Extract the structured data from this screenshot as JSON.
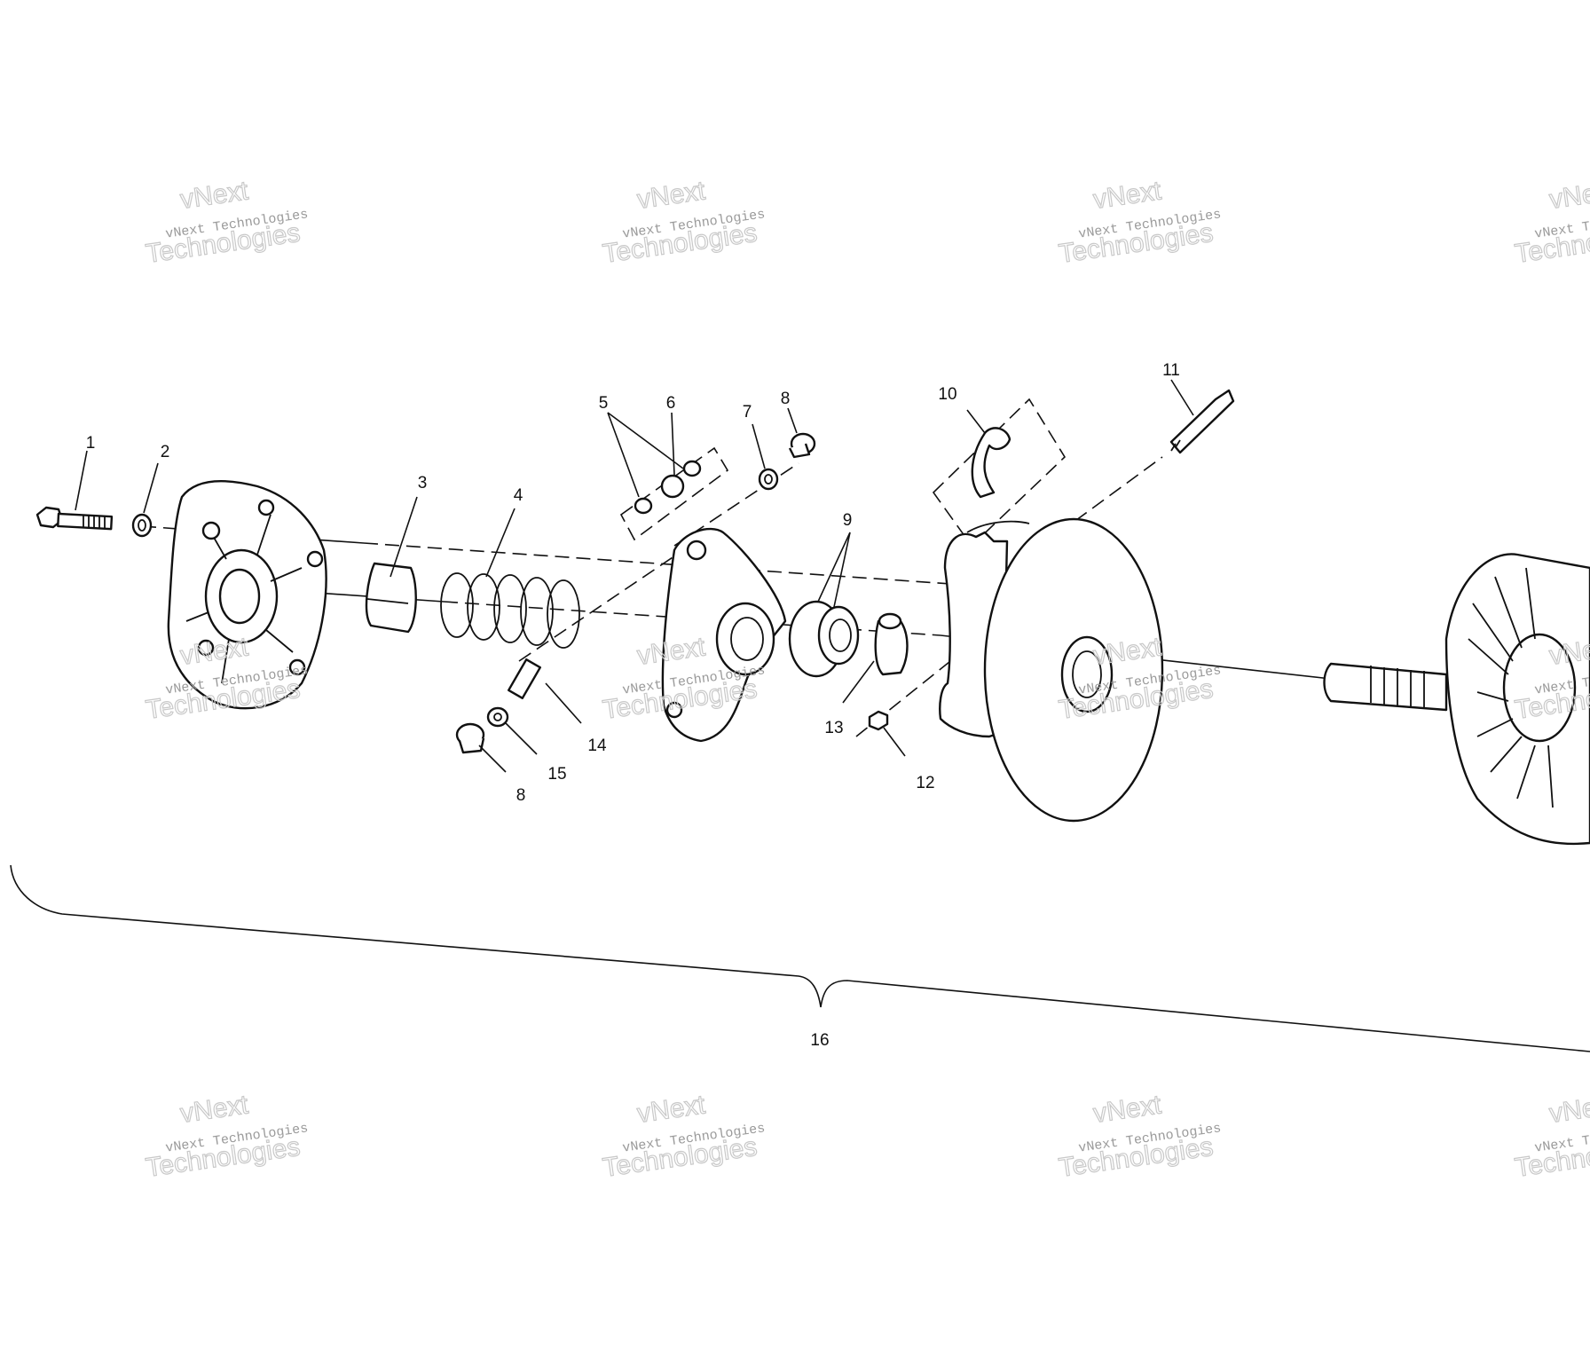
{
  "diagram": {
    "callouts": {
      "c1": "1",
      "c2": "2",
      "c3": "3",
      "c4": "4",
      "c5": "5",
      "c6": "6",
      "c7": "7",
      "c8a": "8",
      "c8b": "8",
      "c9": "9",
      "c10": "10",
      "c11": "11",
      "c12": "12",
      "c13": "13",
      "c14": "14",
      "c15": "15",
      "c16": "16"
    },
    "watermark": {
      "small": "vNext Technologies",
      "big_line1": "vNext",
      "big_line2": "Technologies"
    }
  }
}
